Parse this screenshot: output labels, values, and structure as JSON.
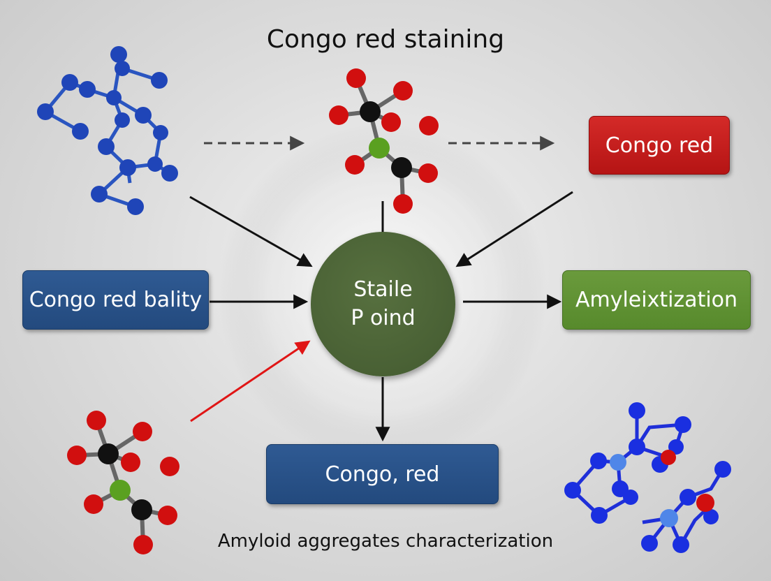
{
  "title": "Congo red staining",
  "caption": "Amyloid aggregates characterization",
  "center": {
    "line1": "Staile",
    "line2": "P oind"
  },
  "boxes": {
    "top_right": "Congo red",
    "left": "Congo red bality",
    "right": "Amyleixtization",
    "bottom": "Congo, red"
  },
  "colors": {
    "red_box": "#c21f1f",
    "blue_box": "#28508a",
    "green_box": "#5f9334",
    "center_node": "#4b6337",
    "arrow_default": "#111111",
    "arrow_highlight": "#e01515",
    "atom_blue": "#1f45b8",
    "atom_red": "#d10f0f",
    "atom_black": "#111111",
    "atom_green": "#5aa020"
  }
}
